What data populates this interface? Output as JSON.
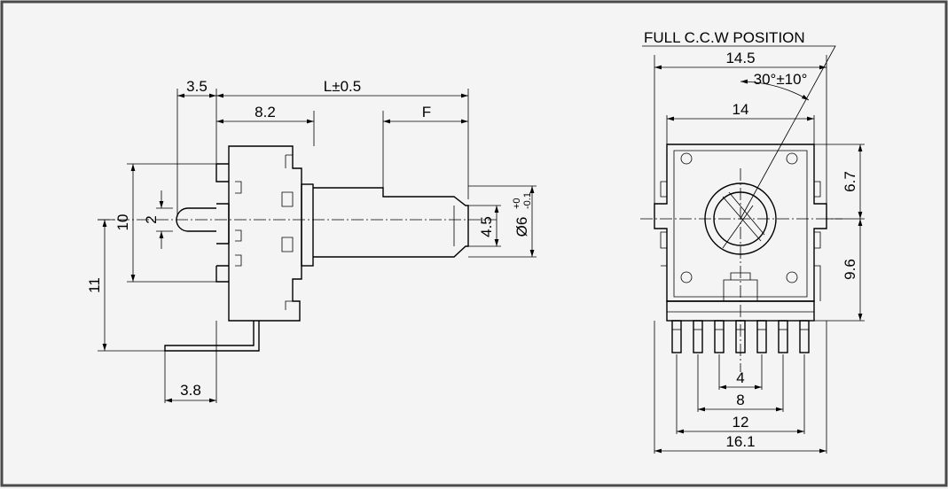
{
  "drawing_border_color": "#4a4a4a",
  "side_view": {
    "dims": {
      "d_3_5": "3.5",
      "d_L": "L±0.5",
      "d_8_2": "8.2",
      "d_F": "F",
      "d_10": "10",
      "d_2": "2",
      "d_11": "11",
      "d_3_8": "3.8",
      "d_4_5": "4.5",
      "d_phi6": "Ø6",
      "d_phi6_sup": "+0",
      "d_phi6_sub": "-0.1"
    }
  },
  "front_view": {
    "note": "FULL C.C.W  POSITION",
    "dims": {
      "d_14_5": "14.5",
      "d_angle": "30°±10°",
      "d_14": "14",
      "d_6_7": "6.7",
      "d_9_6": "9.6",
      "d_4": "4",
      "d_8": "8",
      "d_12": "12",
      "d_16_1": "16.1"
    }
  }
}
